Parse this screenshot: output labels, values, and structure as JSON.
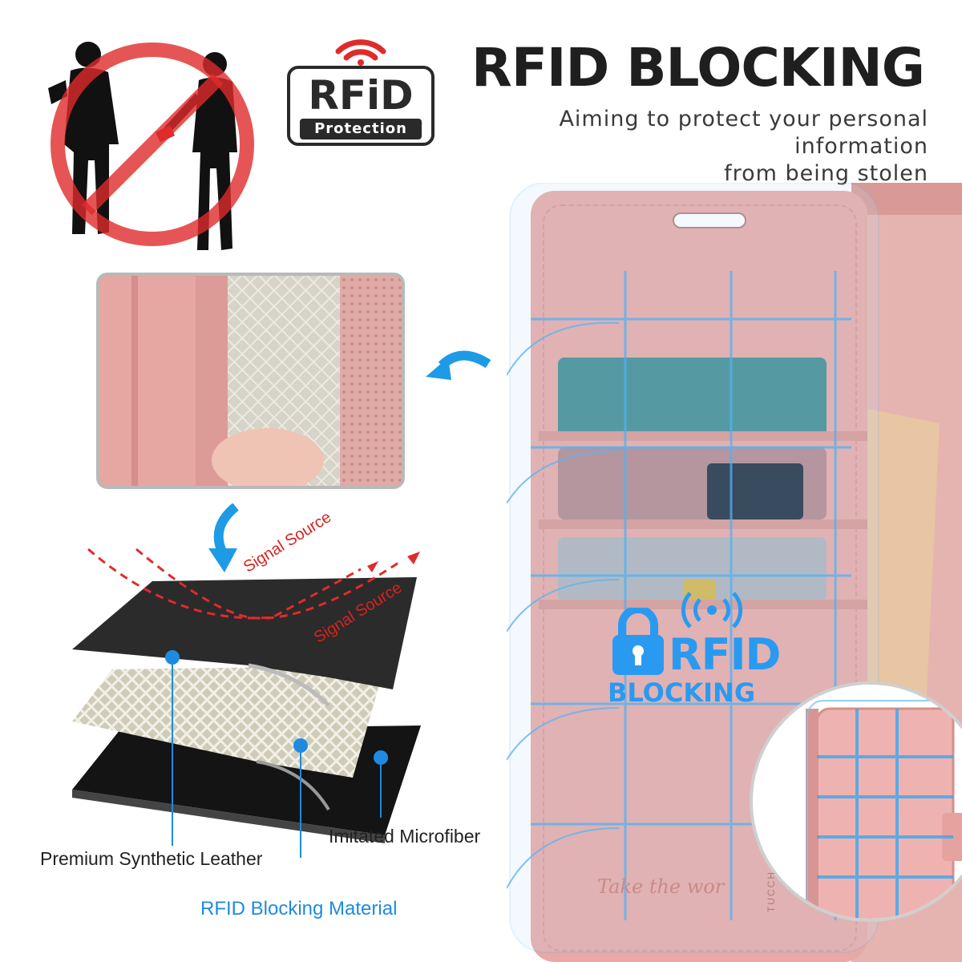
{
  "header": {
    "headline": "RFID BLOCKING",
    "subline_1": "Aiming to protect your personal information",
    "subline_2": "from being stolen"
  },
  "badge": {
    "main": "RFiD",
    "sub": "Protection"
  },
  "layers": {
    "signal_label_1": "Signal Source",
    "signal_label_2": "Signal Source",
    "label_leather": "Premium Synthetic Leather",
    "label_microfiber": "Imitated Microfiber",
    "label_rfid_material": "RFID Blocking Material"
  },
  "product": {
    "rfid_word": "RFID",
    "blocking_word": "BLOCKING",
    "emboss_text": "Take the wor",
    "brand_text": "TUCCH"
  },
  "colors": {
    "accent_blue": "#1e8be0",
    "pink": "#e9aaa8",
    "signal_red": "#d6231f",
    "dark": "#1f1f1f"
  },
  "icons": [
    "no-pickpocket-icon",
    "wifi-signal-icon",
    "padlock-icon",
    "curved-arrow-icon"
  ]
}
